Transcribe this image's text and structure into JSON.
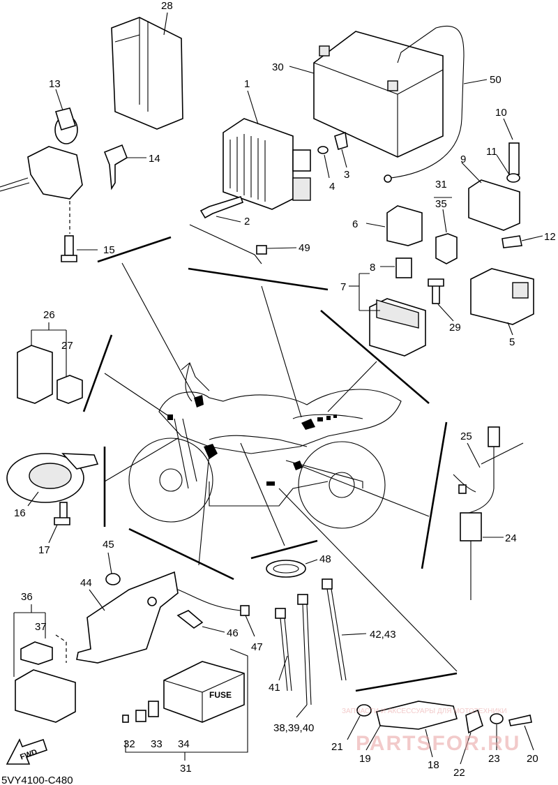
{
  "diagram": {
    "code": "5VY4100-C480",
    "fwd_label": "FWD",
    "fuse_label": "FUSE",
    "watermark_main": "PARTSFOR.RU",
    "watermark_sub": "ЗАПЧАСТИ И АКСЕССУАРЫ ДЛЯ МОТОТЕХНИКИ",
    "callouts": {
      "c1": "1",
      "c2": "2",
      "c3": "3",
      "c4": "4",
      "c5": "5",
      "c6": "6",
      "c7": "7",
      "c8": "8",
      "c9": "9",
      "c10": "10",
      "c11": "11",
      "c12": "12",
      "c13": "13",
      "c14": "14",
      "c15": "15",
      "c16": "16",
      "c17": "17",
      "c18": "18",
      "c19": "19",
      "c20": "20",
      "c21": "21",
      "c22": "22",
      "c23": "23",
      "c24": "24",
      "c25": "25",
      "c26": "26",
      "c27": "27",
      "c28": "28",
      "c29": "29",
      "c30": "30",
      "c31a": "31",
      "c31b": "31",
      "c32": "32",
      "c33": "33",
      "c34": "34",
      "c35": "35",
      "c36": "36",
      "c37": "37",
      "c38": "38,39,40",
      "c41": "41",
      "c42": "42,43",
      "c44": "44",
      "c45": "45",
      "c46": "46",
      "c47": "47",
      "c48": "48",
      "c49": "49",
      "c50": "50"
    }
  }
}
